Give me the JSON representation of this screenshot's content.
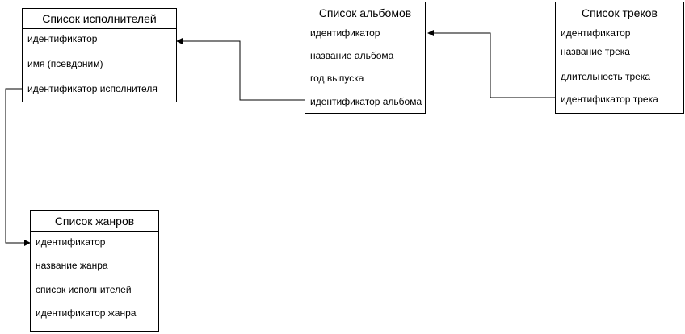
{
  "entities": {
    "artists": {
      "title": "Список исполнителей",
      "fields": [
        "идентификатор",
        "имя (псевдоним)",
        "идентификатор исполнителя"
      ]
    },
    "albums": {
      "title": "Список альбомов",
      "fields": [
        "идентификатор",
        "название альбома",
        "год выпуска",
        "идентификатор альбома"
      ]
    },
    "tracks": {
      "title": "Список треков",
      "fields": [
        "идентификатор",
        "название трека",
        "длительность трека",
        "идентификатор трека"
      ]
    },
    "genres": {
      "title": "Список жанров",
      "fields": [
        "идентификатор",
        "название жанра",
        "список исполнителей",
        "идентификатор жанра"
      ]
    }
  },
  "relations": [
    {
      "from": "albums.идентификатор альбома",
      "to": "artists.идентификатор"
    },
    {
      "from": "tracks.идентификатор трека",
      "to": "albums.идентификатор"
    },
    {
      "from": "artists.идентификатор исполнителя",
      "to": "genres.идентификатор"
    }
  ]
}
